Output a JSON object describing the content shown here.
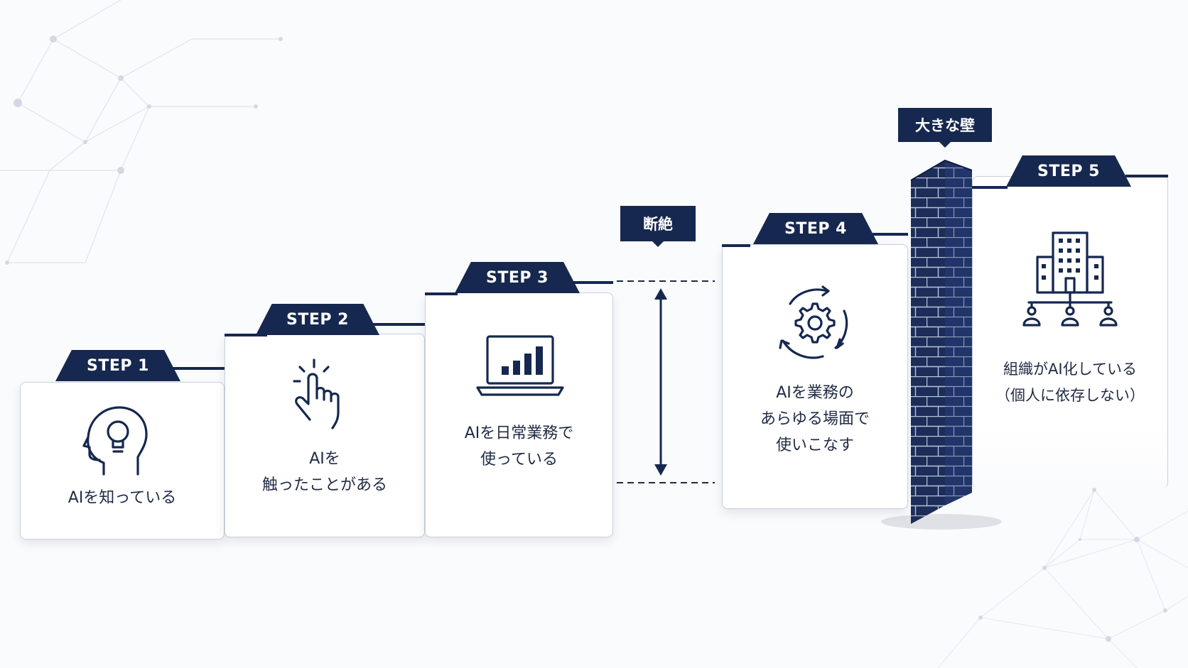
{
  "steps": [
    {
      "tab": "STEP 1",
      "text": "AIを知っている",
      "icon": "head-lightbulb-icon"
    },
    {
      "tab": "STEP 2",
      "text": "AIを\n触ったことがある",
      "icon": "tap-hand-icon"
    },
    {
      "tab": "STEP 3",
      "text": "AIを日常業務で\n使っている",
      "icon": "laptop-chart-icon"
    },
    {
      "tab": "STEP 4",
      "text": "AIを業務の\nあらゆる場面で\n使いこなす",
      "icon": "gear-cycle-icon"
    },
    {
      "tab": "STEP 5",
      "text": "組織がAI化している\n（個人に依存しない）",
      "icon": "building-people-icon"
    }
  ],
  "gap_label": "断絶",
  "wall_label": "大きな壁",
  "colors": {
    "navy": "#16284f",
    "border": "#c9d0dc",
    "background": "#fafbfd"
  }
}
